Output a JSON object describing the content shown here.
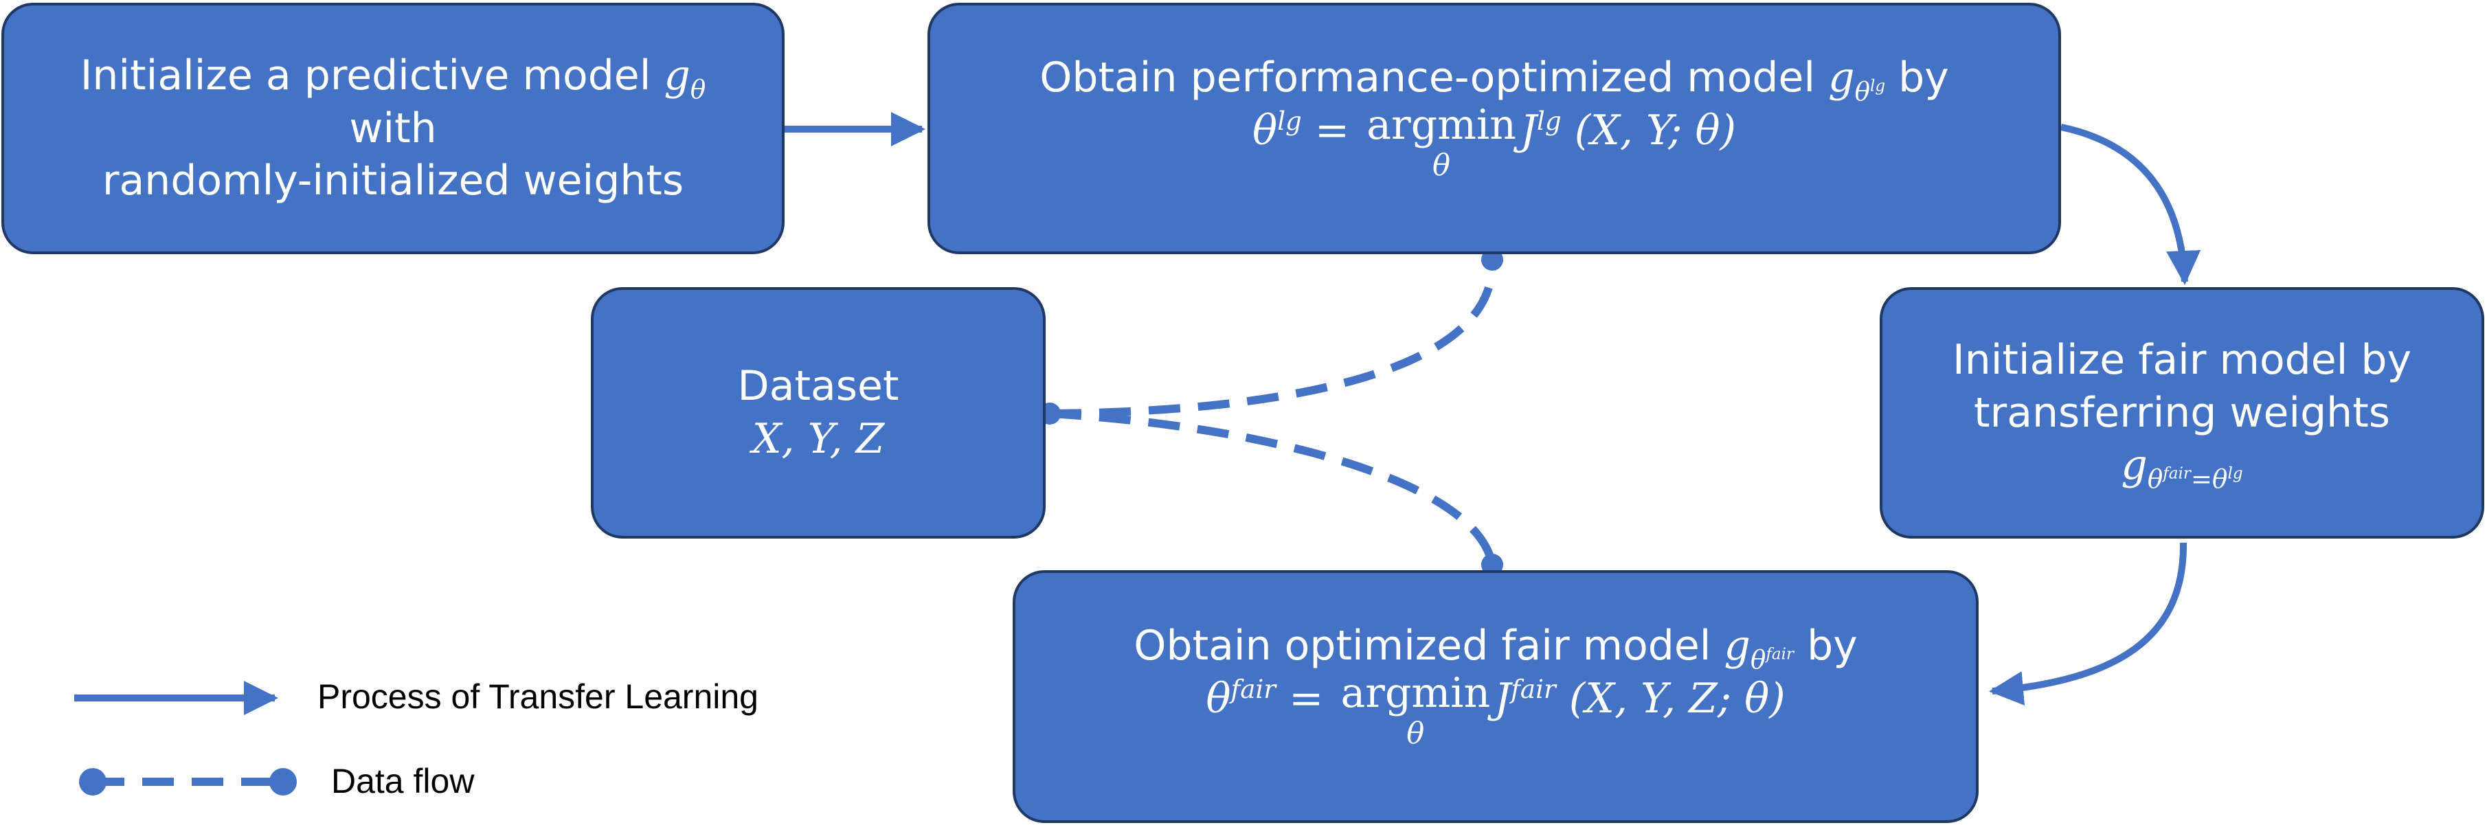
{
  "colors": {
    "box_fill": "#4472c4",
    "box_border": "#1f3864",
    "connector": "#4472c4",
    "text": "#ffffff"
  },
  "nodes": {
    "init": {
      "line1_text": "Initialize a predictive model ",
      "line1_g": "g",
      "line1_sub": "θ",
      "line2": "with",
      "line3": "randomly-initialized weights"
    },
    "perf": {
      "line1_text": "Obtain performance-optimized model ",
      "g": "g",
      "g_sub": "θ",
      "g_sub_sup": "lg",
      "by": " by",
      "lhs": "θ",
      "lhs_sup": "lg",
      "eq": " = ",
      "op": "argmin",
      "op_under": "θ",
      "J": "J",
      "J_sup": "lg",
      "args": " (X, Y; θ)"
    },
    "dataset": {
      "title": "Dataset",
      "vars": "X, Y, Z"
    },
    "transfer": {
      "line1": "Initialize fair model by",
      "line2": "transferring weights",
      "g": "g",
      "g_sub": "θ",
      "g_sub_sup": "fair",
      "g_sub_rest": "=θ",
      "g_sub_rest_sup": "lg"
    },
    "fair": {
      "line1_text": "Obtain optimized fair model ",
      "g": "g",
      "g_sub": "θ",
      "g_sub_sup": "fair",
      "by": " by",
      "lhs": "θ",
      "lhs_sup": "fair",
      "eq": " = ",
      "op": "argmin",
      "op_under": "θ",
      "J": "J",
      "J_sup": "fair",
      "args": " (X, Y, Z; θ)"
    }
  },
  "legend": {
    "process": "Process of Transfer Learning",
    "dataflow": "Data flow"
  }
}
